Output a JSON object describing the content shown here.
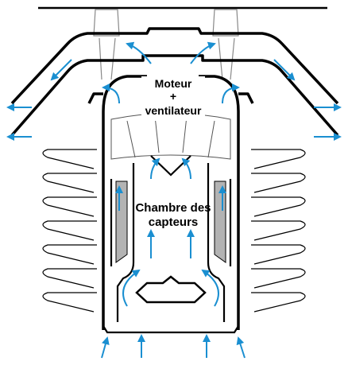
{
  "labels": {
    "motor_line1": "Moteur",
    "motor_line2": "+",
    "motor_line3": "ventilateur",
    "chamber_line1": "Chambre des",
    "chamber_line2": "capteurs"
  },
  "colors": {
    "airflow": "#1a8fd1",
    "outline": "#000000",
    "sensor_fill": "#b3b3b3",
    "background": "#ffffff"
  },
  "icons": [
    "airflow-arrow",
    "louver-fin",
    "fan-blade",
    "sensor-plate"
  ]
}
